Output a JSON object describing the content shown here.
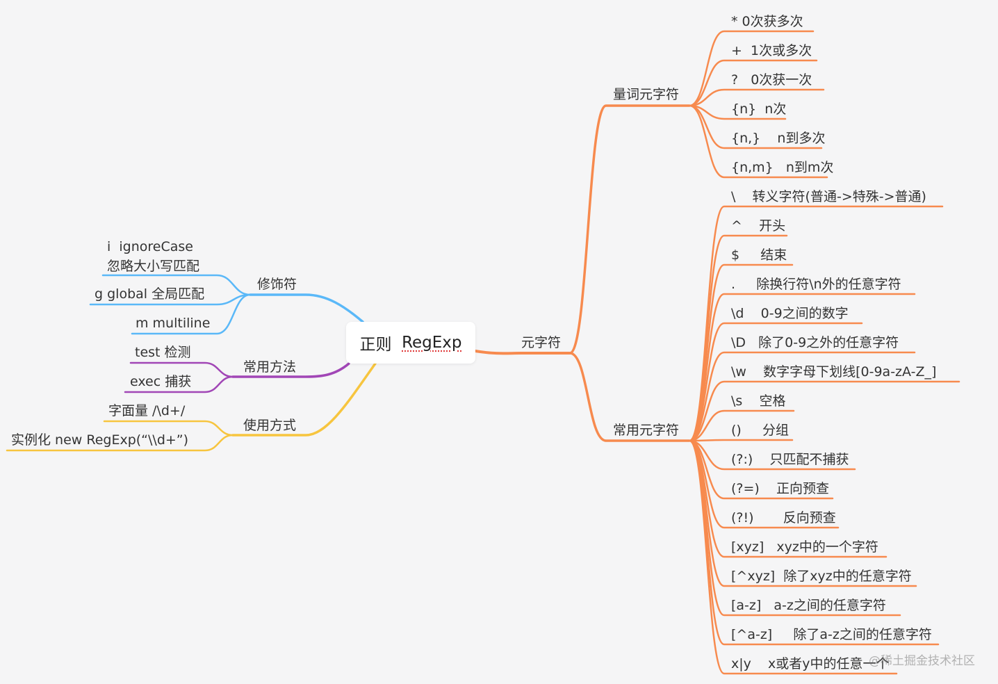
{
  "root": {
    "label_a": "正则  ",
    "label_b": "RegExp"
  },
  "colors": {
    "orange": "#f78a4e",
    "blue": "#5ab8f8",
    "purple": "#a146b6",
    "yellow": "#f7c53f"
  },
  "right": {
    "label": "元字符",
    "groups": [
      {
        "label": "量词元字符",
        "items": [
          "* 0次获多次",
          "+  1次或多次",
          "?   0次获一次",
          "{n}  n次",
          "{n,}    n到多次",
          "{n,m}   n到m次"
        ]
      },
      {
        "label": "常用元字符",
        "items": [
          "\\    转义字符(普通->特殊->普通)",
          "^    开头",
          "$     结束",
          ".     除换行符\\n外的任意字符",
          "\\d    0-9之间的数字",
          "\\D   除了0-9之外的任意字符",
          "\\w    数字字母下划线[0-9a-zA-Z_]",
          "\\s    空格",
          "()     分组",
          "(?:)    只匹配不捕获",
          "(?=)    正向预查",
          "(?!)       反向预查",
          "[xyz]   xyz中的一个字符",
          "[^xyz]  除了xyz中的任意字符",
          "[a-z]   a-z之间的任意字符",
          "[^a-z]     除了a-z之间的任意字符",
          "x|y    x或者y中的任意一个"
        ]
      }
    ]
  },
  "left": [
    {
      "label": "修饰符",
      "items": [
        "i  ignoreCase\n忽略大小写匹配",
        "g global 全局匹配",
        "m multiline"
      ]
    },
    {
      "label": "常用方法",
      "items": [
        "test 检测",
        "exec 捕获"
      ]
    },
    {
      "label": "使用方式",
      "items": [
        "字面量 /\\d+/",
        "实例化 new RegExp(“\\\\d+”)"
      ]
    }
  ],
  "watermark": "@稀土掘金技术社区"
}
